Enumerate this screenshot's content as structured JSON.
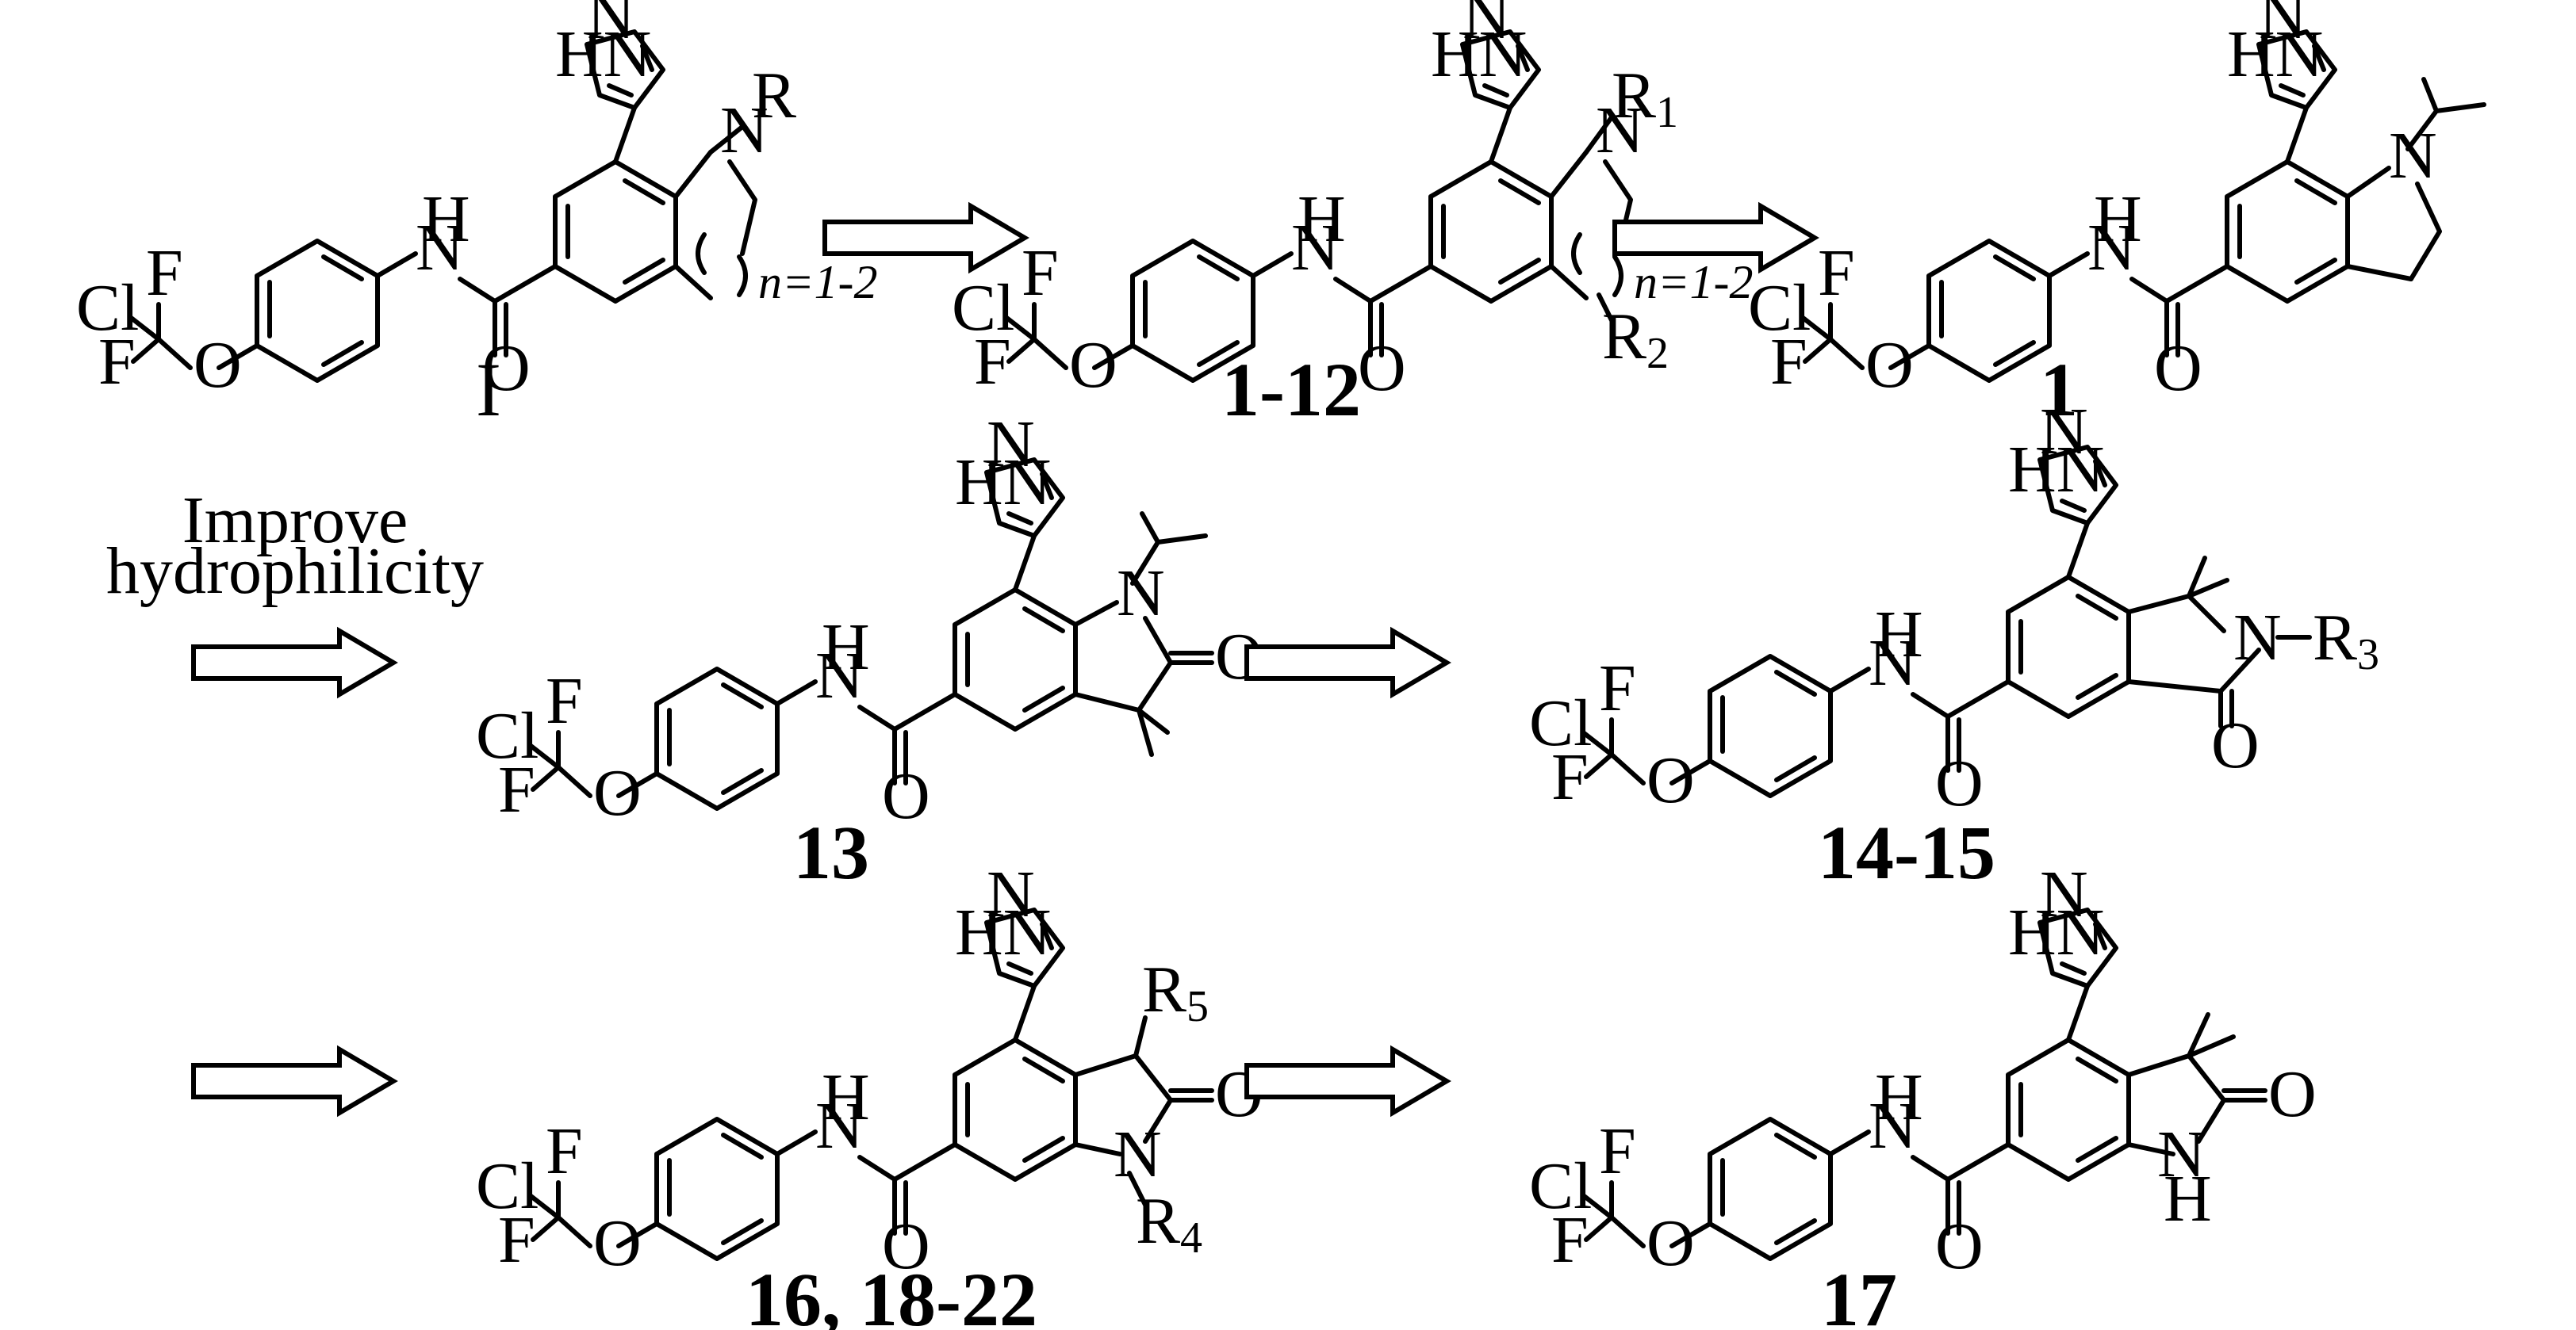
{
  "atoms": {
    "N": "N",
    "HN": "HN",
    "H": "H",
    "O": "O",
    "F": "F",
    "Cl": "Cl",
    "NH": "NH",
    "R": "R",
    "R1": "1",
    "R2": "2",
    "R3": "3",
    "R4": "4",
    "R5": "5",
    "Rsym": "R"
  },
  "ring_size_note": "n=1-2",
  "compounds": [
    {
      "id": "c-I",
      "label": "I"
    },
    {
      "id": "c-1-12",
      "label": "1-12"
    },
    {
      "id": "c-1",
      "label": "1"
    },
    {
      "id": "c-13",
      "label": "13"
    },
    {
      "id": "c-14-15",
      "label": "14-15"
    },
    {
      "id": "c-16",
      "label": "16, 18-22"
    },
    {
      "id": "c-17",
      "label": "17"
    }
  ],
  "annotations": {
    "improve_line1": "Improve",
    "improve_line2": "hydrophilicity"
  }
}
